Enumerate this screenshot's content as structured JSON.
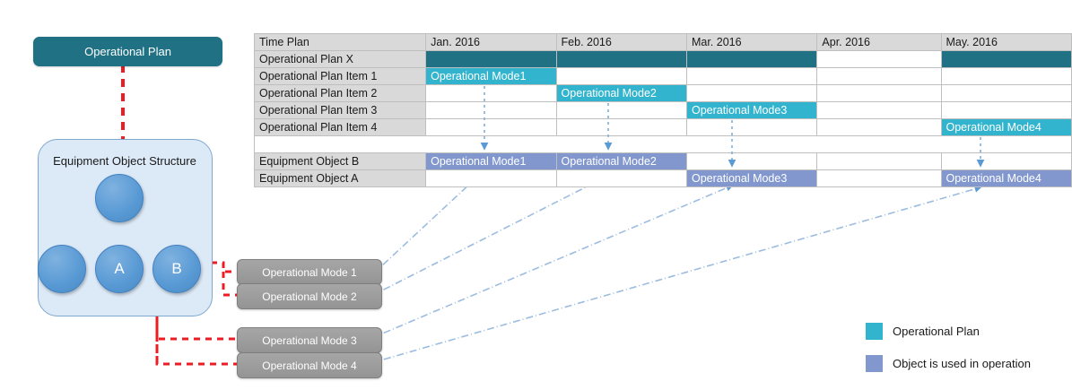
{
  "diagram": {
    "operational_plan_label": "Operational Plan",
    "structure_title": "Equipment Object Structure",
    "nodes": [
      {
        "id": "root",
        "label": ""
      },
      {
        "id": "child1",
        "label": ""
      },
      {
        "id": "childA",
        "label": "A"
      },
      {
        "id": "childB",
        "label": "B"
      }
    ],
    "mode_boxes": [
      {
        "label": "Operational Mode 1"
      },
      {
        "label": "Operational Mode 2"
      },
      {
        "label": "Operational Mode 3"
      },
      {
        "label": "Operational Mode 4"
      }
    ]
  },
  "table": {
    "corner_header": "Time Plan",
    "months": [
      "Jan. 2016",
      "Feb. 2016",
      "Mar. 2016",
      "Apr. 2016",
      "May. 2016"
    ],
    "rows": [
      {
        "label": "Operational Plan X",
        "bold": true,
        "cells": [
          {
            "text": "",
            "style": "teal-dark"
          },
          {
            "text": "",
            "style": "teal-dark"
          },
          {
            "text": "",
            "style": "teal-dark"
          },
          {
            "text": "",
            "style": "empty"
          },
          {
            "text": "",
            "style": "teal-dark"
          }
        ]
      },
      {
        "label": "Operational Plan Item 1",
        "bold": false,
        "cells": [
          {
            "text": "Operational Mode1",
            "style": "teal"
          },
          {
            "text": "",
            "style": "empty"
          },
          {
            "text": "",
            "style": "empty"
          },
          {
            "text": "",
            "style": "empty"
          },
          {
            "text": "",
            "style": "empty"
          }
        ]
      },
      {
        "label": "Operational Plan Item 2",
        "bold": false,
        "cells": [
          {
            "text": "",
            "style": "empty"
          },
          {
            "text": "Operational Mode2",
            "style": "teal"
          },
          {
            "text": "",
            "style": "empty"
          },
          {
            "text": "",
            "style": "empty"
          },
          {
            "text": "",
            "style": "empty"
          }
        ]
      },
      {
        "label": "Operational Plan Item 3",
        "bold": false,
        "cells": [
          {
            "text": "",
            "style": "empty"
          },
          {
            "text": "",
            "style": "empty"
          },
          {
            "text": "Operational Mode3",
            "style": "teal"
          },
          {
            "text": "",
            "style": "empty"
          },
          {
            "text": "",
            "style": "empty"
          }
        ]
      },
      {
        "label": "Operational Plan Item 4",
        "bold": false,
        "cells": [
          {
            "text": "",
            "style": "empty"
          },
          {
            "text": "",
            "style": "empty"
          },
          {
            "text": "",
            "style": "empty"
          },
          {
            "text": "",
            "style": "empty"
          },
          {
            "text": "Operational Mode4",
            "style": "teal"
          }
        ]
      }
    ],
    "object_rows": [
      {
        "label": "Equipment Object B",
        "cells": [
          {
            "text": "Operational Mode1",
            "style": "blue"
          },
          {
            "text": "Operational Mode2",
            "style": "blue"
          },
          {
            "text": "",
            "style": "empty"
          },
          {
            "text": "",
            "style": "empty"
          },
          {
            "text": "",
            "style": "empty"
          }
        ]
      },
      {
        "label": "Equipment Object A",
        "cells": [
          {
            "text": "",
            "style": "empty"
          },
          {
            "text": "",
            "style": "empty"
          },
          {
            "text": "Operational Mode3",
            "style": "blue"
          },
          {
            "text": "",
            "style": "empty"
          },
          {
            "text": "Operational Mode4",
            "style": "blue"
          }
        ]
      }
    ]
  },
  "legend": {
    "items": [
      {
        "label": "Operational Plan",
        "color": "#32B4CE"
      },
      {
        "label": "Object is used in operation",
        "color": "#8197CE"
      }
    ]
  },
  "colors": {
    "teal_dark": "#1F7183",
    "teal": "#32B4CE",
    "blue": "#8197CE",
    "node_blue": "#5B9BD5",
    "panel_fill": "#DCE9F7",
    "mode_gray": "#A6A6A6",
    "red_dashed": "#ED1C24",
    "header_gray": "#D9D9D9"
  }
}
